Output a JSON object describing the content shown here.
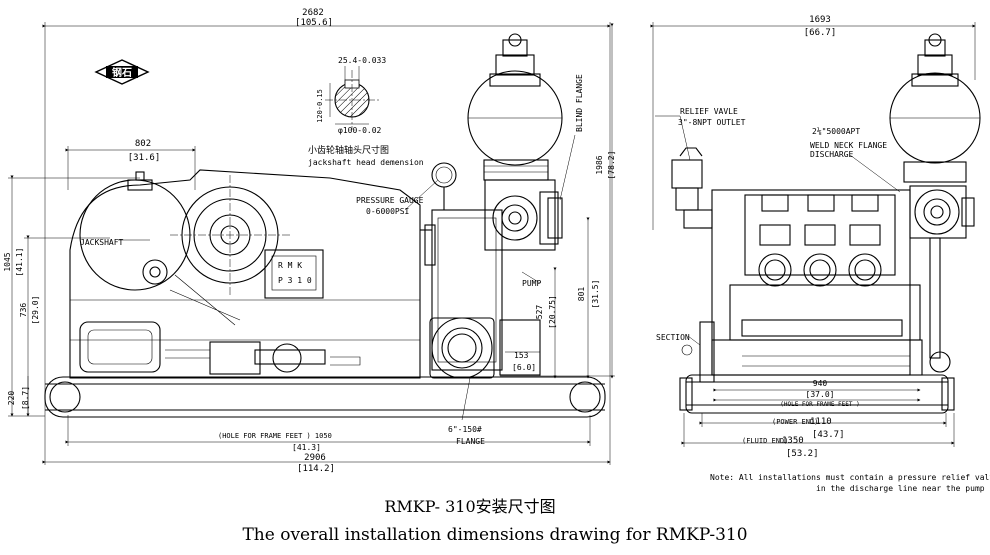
{
  "side_view": {
    "dim_overall_length": "2682",
    "dim_overall_length_in": "[105.6]",
    "dim_jackshaft_offset": "802",
    "dim_jackshaft_offset_in": "[31.6]",
    "label_jackshaft": "JACKSHAFT",
    "dim_key_width": "25.4-0.033",
    "dim_key_depth": "120-0.15",
    "dim_shaft_diameter": "φ100-0.02",
    "jackshaft_head_title_cn": "小齿轮轴轴头尺寸图",
    "jackshaft_head_title_en": "jackshaft head demension",
    "label_pressure_gauge": "PRESSURE GAUGE",
    "label_gauge_range": "0-6000PSI",
    "label_pump": "PUMP",
    "label_blind_flange": "BLIND FLANGE",
    "label_suction_flange_size": "6\"-150#",
    "label_flange": "FLANGE",
    "dim_height_total": "1045",
    "dim_height_total_in": "[41.1]",
    "dim_height_jackshaft": "736",
    "dim_height_jackshaft_in": "[29.0]",
    "dim_skid_height": "220",
    "dim_skid_height_in": "[8.7]",
    "dim_discharge_height": "1986",
    "dim_discharge_height_in": "[78.2]",
    "dim_blind_flange_height": "801",
    "dim_blind_flange_height_in": "[31.5]",
    "dim_suction_height": "527",
    "dim_suction_height_in": "[20.75]",
    "dim_suction_offset": "153",
    "dim_suction_offset_in": "[6.0]",
    "dim_frame_holes": "(HOLE FOR FRAME FEET ) 1050",
    "dim_frame_holes_in": "[41.3]",
    "dim_base_length": "2906",
    "dim_base_length_in": "[114.2]",
    "nameplate_row1": "R  M  K",
    "nameplate_row2": "P  3 1 0",
    "logo_text": "钢石"
  },
  "front_view": {
    "dim_width": "1693",
    "dim_width_in": "[66.7]",
    "label_relief_valve": "RELIEF VAVLE",
    "label_relief_outlet": "3\"-8NPT OUTLET",
    "label_discharge_size": "2⅛\"5000APT",
    "label_weld_neck_flange": "WELD NECK FLANGE",
    "label_discharge": "DISCHARGE",
    "label_section": "SECTION",
    "dim_frame_hole_spacing": "940",
    "dim_frame_hole_spacing_in": "[37.0]",
    "dim_frame_holes": "(HOLE FOR FRAME FEET )",
    "dim_power_end": "(POWER END)",
    "dim_power_end_value": "1110",
    "dim_power_end_in": "[43.7]",
    "dim_fluid_end": "(FLUID END)",
    "dim_fluid_end_value": "1350",
    "dim_fluid_end_in": "[53.2]",
    "note_line1": "Note: All installations must contain a pressure relief valve",
    "note_line2": "in the discharge line near the pump"
  },
  "caption": {
    "cn": "RMKP- 310安装尺寸图",
    "en": "The overall installation dimensions drawing for RMKP-310"
  }
}
